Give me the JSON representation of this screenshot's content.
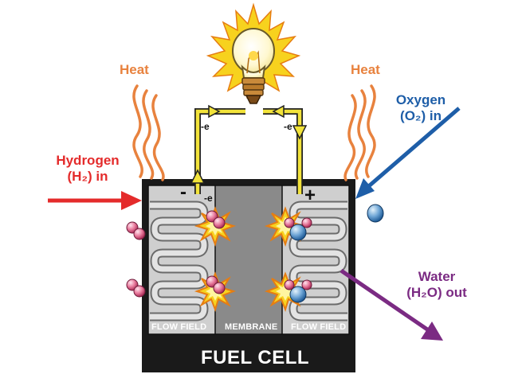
{
  "labels": {
    "heat_left": "Heat",
    "heat_right": "Heat",
    "hydrogen_line1": "Hydrogen",
    "hydrogen_line2": "(H₂) in",
    "oxygen_line1": "Oxygen",
    "oxygen_line2": "(O₂) in",
    "water_line1": "Water",
    "water_line2": "(H₂O) out",
    "electron_left_wire": "-e",
    "electron_right_wire": "-e",
    "electron_anode": "-e",
    "minus_sign": "-",
    "plus_sign": "+",
    "flow_field_left": "FLOW FIELD",
    "membrane": "MEMBRANE",
    "flow_field_right": "FLOW FIELD",
    "title": "FUEL CELL"
  },
  "colors": {
    "heat": "#e8823e",
    "hydrogen": "#e42b2b",
    "oxygen": "#1e5ea8",
    "water": "#7b2b83",
    "wire": "#f2e33a",
    "cell_body": "#1a1a1a",
    "flow_field": "#cfcfcf",
    "membrane": "#8a8a8a"
  },
  "icons": [
    "light-bulb-icon",
    "heat-wave-icon",
    "reaction-spark-icon",
    "hydrogen-molecule-icon",
    "oxygen-atom-icon",
    "water-molecule-icon"
  ]
}
